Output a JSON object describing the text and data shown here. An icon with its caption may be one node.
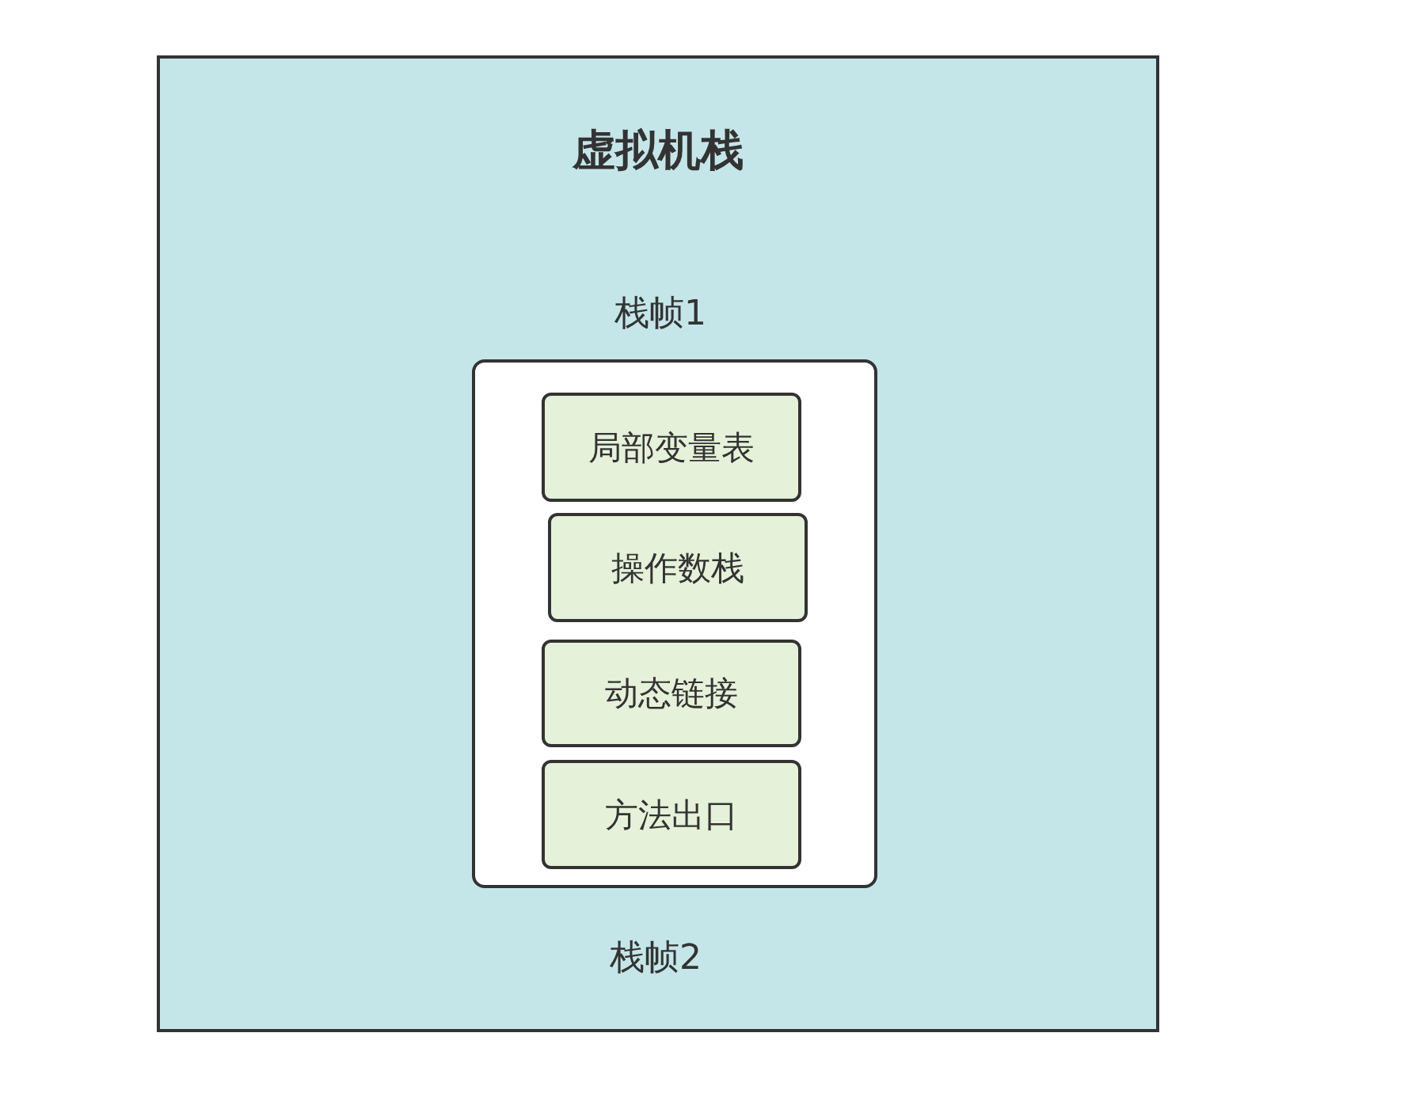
{
  "diagram": {
    "nodes": [
      {
        "text": [
          "虚拟机栈"
        ]
      },
      {
        "text": [
          "栈帧1"
        ],
        "in": 0
      },
      {
        "text": [
          "局部变量表"
        ],
        "in": 1
      },
      {
        "text": [
          "操作数栈"
        ],
        "in": 1
      },
      {
        "text": [
          "动态链接"
        ],
        "in": 1
      },
      {
        "text": [
          "方法出口"
        ],
        "in": 1
      }
    ],
    "labels": [
      "栈帧2"
    ]
  }
}
